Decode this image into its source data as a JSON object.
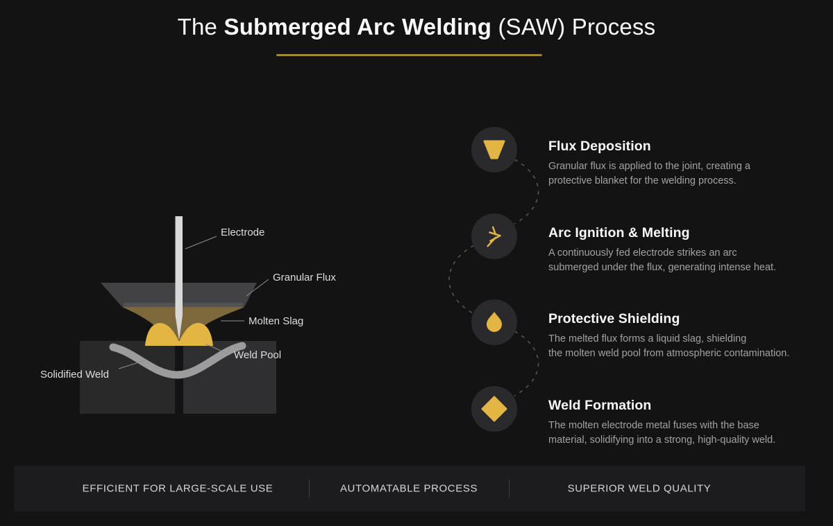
{
  "title": {
    "prefix": "The ",
    "highlight": "Submerged Arc Welding",
    "suffix": " (SAW) Process"
  },
  "diagram": {
    "labels": {
      "electrode": "Electrode",
      "granular_flux": "Granular Flux",
      "molten_slag": "Molten Slag",
      "weld_pool": "Weld Pool",
      "solidified_weld": "Solidified Weld"
    }
  },
  "steps": [
    {
      "title": "Flux Deposition",
      "line1": "Granular flux is applied to the joint, creating a",
      "line2": "protective blanket for the welding process.",
      "icon": "flux-funnel-icon"
    },
    {
      "title": "Arc Ignition & Melting",
      "line1": "A continuously fed electrode strikes an arc",
      "line2": "submerged under the flux, generating intense heat.",
      "icon": "arc-spark-icon"
    },
    {
      "title": "Protective Shielding",
      "line1": "The melted flux forms a liquid slag, shielding",
      "line2": "the molten weld pool from atmospheric contamination.",
      "icon": "slag-droplet-icon"
    },
    {
      "title": "Weld Formation",
      "line1": "The molten electrode metal fuses with the base",
      "line2": "material, solidifying into a strong, high-quality weld.",
      "icon": "weld-diamond-icon"
    }
  ],
  "footer": {
    "items": [
      "EFFICIENT FOR LARGE-SCALE USE",
      "AUTOMATABLE PROCESS",
      "SUPERIOR WELD QUALITY"
    ]
  },
  "colors": {
    "background": "#131314",
    "panel": "#1C1C1E",
    "accent_gold": "#E2B545",
    "underline_gold": "#A9852E",
    "molten_slag": "#7C683A",
    "heading_text": "#FAFAFA",
    "body_text": "#A2A2A2",
    "label_text": "#DEDEDE",
    "footer_text": "#D6D6D6"
  }
}
